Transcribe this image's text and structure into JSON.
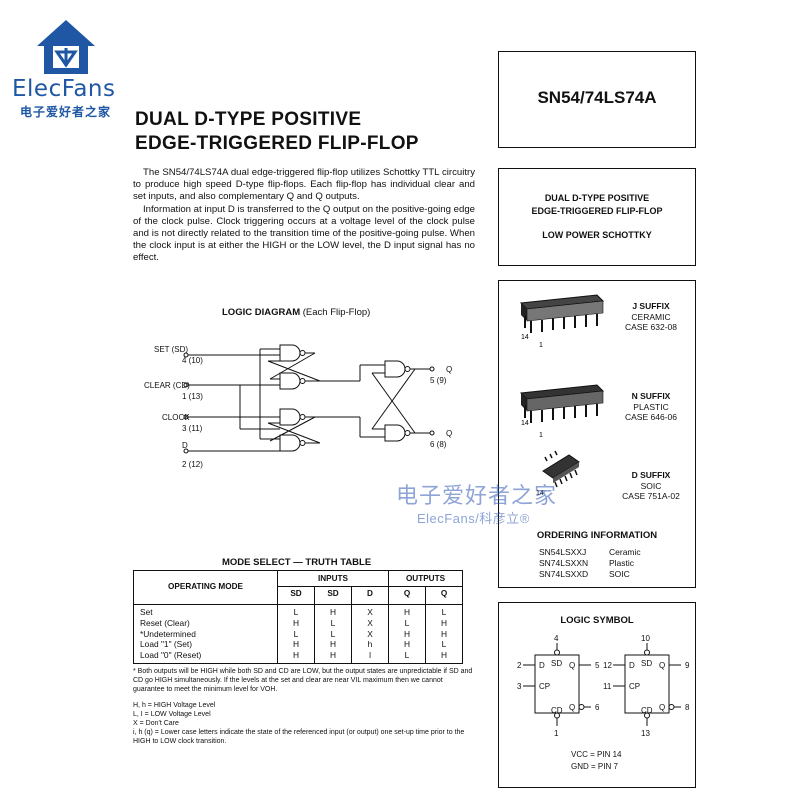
{
  "logo": {
    "brand": "ElecFans",
    "subtitle": "电子爱好者之家"
  },
  "title": {
    "line1": "DUAL D-TYPE POSITIVE",
    "line2": "EDGE-TRIGGERED FLIP-FLOP"
  },
  "intro": {
    "p1": "The SN54/74LS74A dual edge-triggered flip-flop utilizes Schottky TTL circuitry to produce high speed D-type flip-flops. Each flip-flop has individual clear and set inputs, and also complementary Q and Q outputs.",
    "p2": "Information at input D is transferred to the Q output on the positive-going edge of the clock pulse. Clock triggering occurs at a voltage level of the clock pulse and is not directly related to the transition time of the positive-going pulse. When the clock input is at either the HIGH or the LOW level, the D input signal has no effect."
  },
  "part_box": {
    "part_number": "SN54/74LS74A"
  },
  "desc_box": {
    "line1": "DUAL D-TYPE POSITIVE",
    "line2": "EDGE-TRIGGERED FLIP-FLOP",
    "line3": "LOW POWER SCHOTTKY"
  },
  "packages": [
    {
      "suffix": "J SUFFIX",
      "material": "CERAMIC",
      "case": "CASE 632-08"
    },
    {
      "suffix": "N SUFFIX",
      "material": "PLASTIC",
      "case": "CASE 646-06"
    },
    {
      "suffix": "D SUFFIX",
      "material": "SOIC",
      "case": "CASE 751A-02"
    }
  ],
  "pin_labels": {
    "p14": "14",
    "p1": "1"
  },
  "ordering": {
    "title": "ORDERING INFORMATION",
    "rows": [
      {
        "part": "SN54LSXXJ",
        "pkg": "Ceramic"
      },
      {
        "part": "SN74LSXXN",
        "pkg": "Plastic"
      },
      {
        "part": "SN74LSXXD",
        "pkg": "SOIC"
      }
    ]
  },
  "logic_diagram": {
    "title": "LOGIC DIAGRAM",
    "subtitle": "(Each Flip-Flop)",
    "inputs": [
      {
        "name": "SET (SD)",
        "pins": "4 (10)"
      },
      {
        "name": "CLEAR (CD)",
        "pins": "1 (13)"
      },
      {
        "name": "CLOCK",
        "pins": "3 (11)"
      },
      {
        "name": "D",
        "pins": "2 (12)"
      }
    ],
    "outputs": [
      {
        "name": "Q",
        "pins": "5 (9)"
      },
      {
        "name": "Q",
        "pins": "6 (8)"
      }
    ]
  },
  "truth_table": {
    "title": "MODE SELECT — TRUTH TABLE",
    "headers": {
      "mode": "OPERATING MODE",
      "inputs": "INPUTS",
      "outputs": "OUTPUTS",
      "sd": "SD",
      "cd": "SD",
      "d": "D",
      "q": "Q",
      "qbar": "Q"
    },
    "rows": [
      {
        "mode": "Set",
        "sd": "L",
        "cd": "H",
        "d": "X",
        "q": "H",
        "qbar": "L"
      },
      {
        "mode": "Reset (Clear)",
        "sd": "H",
        "cd": "L",
        "d": "X",
        "q": "L",
        "qbar": "H"
      },
      {
        "mode": "*Undetermined",
        "sd": "L",
        "cd": "L",
        "d": "X",
        "q": "H",
        "qbar": "H"
      },
      {
        "mode": "Load \"1\" (Set)",
        "sd": "H",
        "cd": "H",
        "d": "h",
        "q": "H",
        "qbar": "L"
      },
      {
        "mode": "Load \"0\" (Reset)",
        "sd": "H",
        "cd": "H",
        "d": "l",
        "q": "L",
        "qbar": "H"
      }
    ]
  },
  "notes": {
    "n1": "* Both outputs will be HIGH while both SD and CD are LOW, but the output states are unpredictable if SD and CD go HIGH simultaneously. If the levels at the set and clear are near VIL maximum then we cannot guarantee to meet the minimum level for VOH.",
    "n2": "H, h = HIGH Voltage Level",
    "n3": "L, I = LOW Voltage Level",
    "n4": "X = Don't Care",
    "n5": "i, h (q) = Lower case letters indicate the state of the referenced input (or output) one set-up time prior to the HIGH to LOW clock transition."
  },
  "logic_symbol": {
    "title": "LOGIC SYMBOL",
    "left": {
      "sd_pin": "4",
      "d_pin": "2",
      "cp_pin": "3",
      "cd_pin": "1",
      "q_pin": "5",
      "qbar_pin": "6"
    },
    "right": {
      "sd_pin": "10",
      "d_pin": "12",
      "cp_pin": "11",
      "cd_pin": "13",
      "q_pin": "9",
      "qbar_pin": "8"
    },
    "labels": {
      "sd": "SD",
      "cd": "CD",
      "d": "D",
      "cp": "CP",
      "q": "Q"
    },
    "vcc": "VCC = PIN 14",
    "gnd": "GND = PIN 7"
  },
  "watermark": {
    "line1": "电子爱好者之家",
    "line2": "ElecFans/科彦立®"
  }
}
